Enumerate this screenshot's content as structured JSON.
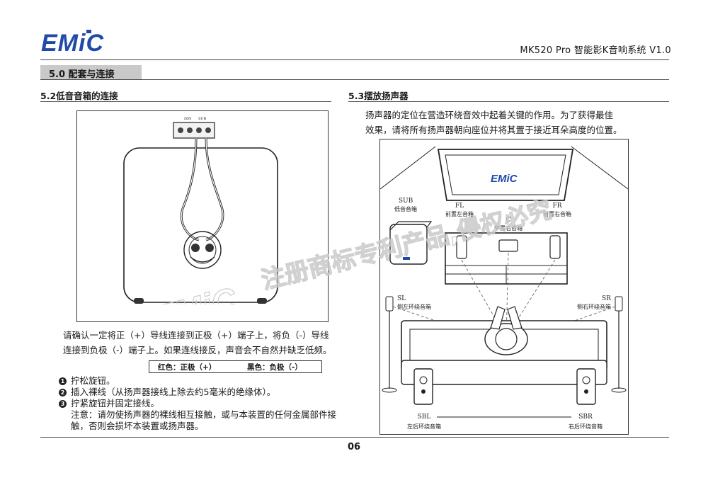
{
  "header": {
    "logo_text": "EMiC",
    "doc_title": "MK520 Pro 智能影K音响系统 V1.0"
  },
  "section": {
    "title": "5.0 配套与连接"
  },
  "left": {
    "subtitle": "5.2低音音箱的连接",
    "terminal_labels": [
      "DIN",
      "SUB"
    ],
    "intro_line1": "请确认一定将正（+）导线连接到正极（+）端子上，将负（-）导线",
    "intro_line2": "连接到负极（-）端子上。如果连线接反，声音会不自然并缺乏低频。",
    "wire_red": "红色：正极（+）",
    "wire_black": "黑色：负极（-）",
    "steps": [
      {
        "num": "1",
        "text": "拧松旋钮。"
      },
      {
        "num": "2",
        "text": "插入裸线（从扬声器接线上除去约5毫米的绝缘体）。"
      },
      {
        "num": "3",
        "text": "拧紧旋钮并固定接线。"
      }
    ],
    "note_line1": "注意：请勿使扬声器的裸线相互接触，或与本装置的任何金属部件接",
    "note_line2": "触，否则会损坏本装置或扬声器。"
  },
  "right": {
    "subtitle": "5.3摆放扬声器",
    "intro_line1": "扬声器的定位在营造环绕音效中起着关键的作用。为了获得最佳",
    "intro_line2": "效果，请将所有扬声器朝向座位并将其置于接近耳朵高度的位置。",
    "tv_logo": "EMiC",
    "speakers": {
      "sub": {
        "code": "SUB",
        "name": "低音音箱"
      },
      "fl": {
        "code": "FL",
        "name": "前置左音箱"
      },
      "fr": {
        "code": "FR",
        "name": "前置右音箱"
      },
      "c": {
        "code": "C",
        "name": "中置右音箱"
      },
      "sl": {
        "code": "SL",
        "name": "侧左环绕音箱"
      },
      "sr": {
        "code": "SR",
        "name": "侧右环绕音箱"
      },
      "sbl": {
        "code": "SBL",
        "name": "左后环绕音箱"
      },
      "sbr": {
        "code": "SBR",
        "name": "右后环绕音箱"
      }
    }
  },
  "watermark": {
    "logo": "EMiC",
    "text": "注册商标专利产品,侵权必究"
  },
  "footer": {
    "page_number": "06"
  },
  "colors": {
    "brand_blue": "#1f4aa8",
    "section_band": "#c9c9c9",
    "watermark": "#c8c8c8"
  }
}
